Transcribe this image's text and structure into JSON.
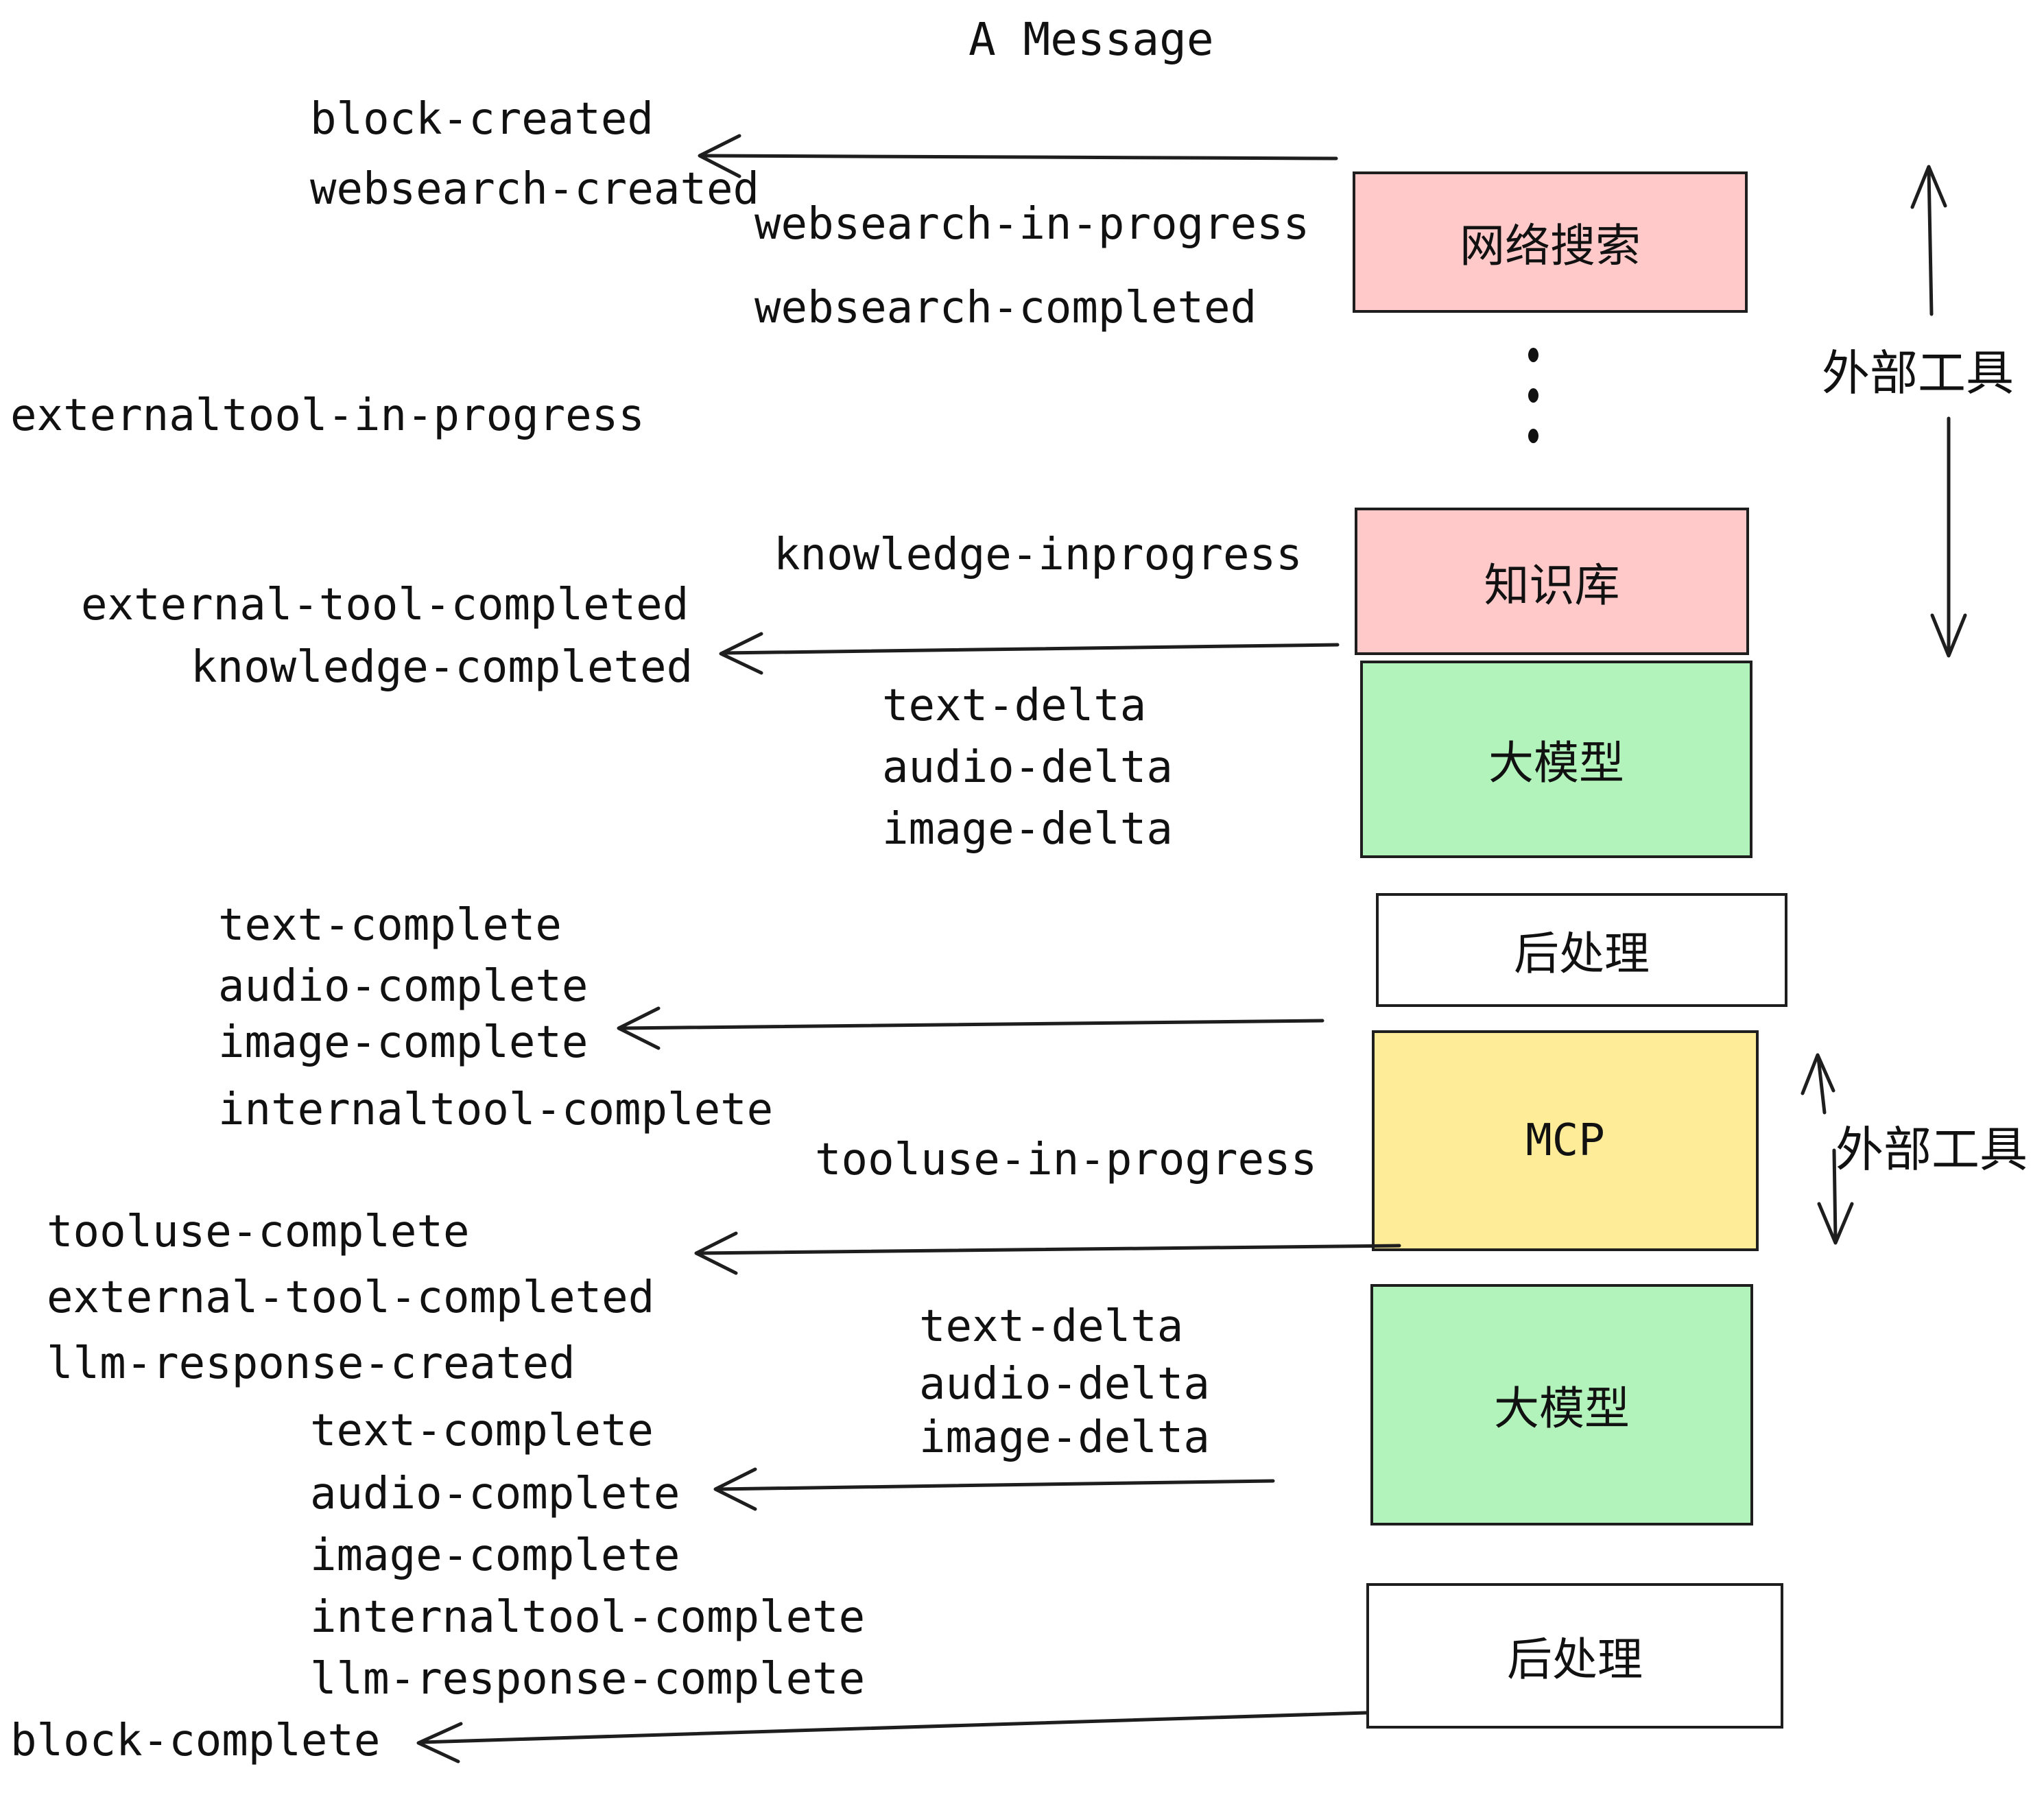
{
  "title": "A Message",
  "events": {
    "block_created": "block-created",
    "websearch_created": "websearch-created",
    "websearch_in_progress": "websearch-in-progress",
    "websearch_completed": "websearch-completed",
    "externaltool_in_progress": "externaltool-in-progress",
    "knowledge_inprogress": "knowledge-inprogress",
    "external_tool_completed_1": "external-tool-completed",
    "knowledge_completed": "knowledge-completed",
    "text_delta_1": "text-delta",
    "audio_delta_1": "audio-delta",
    "image_delta_1": "image-delta",
    "text_complete_1": "text-complete",
    "audio_complete_1": "audio-complete",
    "image_complete_1": "image-complete",
    "internaltool_complete_1": "internaltool-complete",
    "tooluse_in_progress": "tooluse-in-progress",
    "tooluse_complete": "tooluse-complete",
    "external_tool_completed_2": "external-tool-completed",
    "llm_response_created": "llm-response-created",
    "text_delta_2": "text-delta",
    "audio_delta_2": "audio-delta",
    "image_delta_2": "image-delta",
    "text_complete_2": "text-complete",
    "audio_complete_2": "audio-complete",
    "image_complete_2": "image-complete",
    "internaltool_complete_2": "internaltool-complete",
    "llm_response_complete": "llm-response-complete",
    "block_complete": "block-complete"
  },
  "nodes": {
    "web_search": {
      "label": "网络搜索",
      "fill": "#ffc9c9"
    },
    "knowledge_base": {
      "label": "知识库",
      "fill": "#ffc9c9"
    },
    "llm_top": {
      "label": "大模型",
      "fill": "#b2f2bb"
    },
    "post_process_top": {
      "label": "后处理",
      "fill": "#ffffff"
    },
    "mcp": {
      "label": "MCP",
      "fill": "#ffec99"
    },
    "llm_bottom": {
      "label": "大模型",
      "fill": "#b2f2bb"
    },
    "post_process_bottom": {
      "label": "后处理",
      "fill": "#ffffff"
    }
  },
  "annotations": {
    "external_tools_top": "外部工具",
    "external_tools_mcp": "外部工具"
  },
  "colors": {
    "pink": "#ffc9c9",
    "green": "#b2f2bb",
    "yellow": "#ffec99",
    "white": "#ffffff",
    "stroke": "#1e1e1e",
    "text": "#111111"
  }
}
